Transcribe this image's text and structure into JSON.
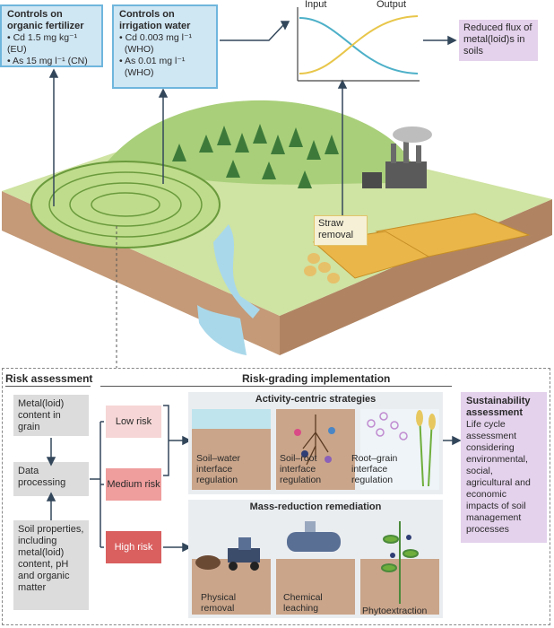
{
  "top": {
    "controls_fertilizer": {
      "title": "Controls on organic fertilizer",
      "lines": [
        "• Cd 1.5 mg kg⁻¹ (EU)",
        "• As 15 mg l⁻¹ (CN)"
      ]
    },
    "controls_irrigation": {
      "title": "Controls on irrigation water",
      "lines": [
        "• Cd 0.003 mg l⁻¹",
        "  (WHO)",
        "• As 0.01 mg l⁻¹",
        "  (WHO)"
      ]
    },
    "graph": {
      "input_label": "Input",
      "output_label": "Output"
    },
    "reduced_flux": "Reduced flux of metal(loid)s in soils",
    "straw_removal": "Straw removal"
  },
  "bottom": {
    "risk_assessment_title": "Risk assessment",
    "risk_grading_title": "Risk-grading implementation",
    "metal_content": "Metal(loid) content in grain",
    "data_processing": "Data processing",
    "soil_properties": "Soil properties, including metal(loid) content, pH and organic matter",
    "risk_levels": [
      "Low risk",
      "Medium risk",
      "High risk"
    ],
    "activity_title": "Activity-centric strategies",
    "activity_items": [
      "Soil–water interface regulation",
      "Soil–root interface regulation",
      "Root–grain interface regulation"
    ],
    "mass_title": "Mass-reduction remediation",
    "mass_items": [
      "Physical removal",
      "Chemical leaching",
      "Phytoextraction"
    ],
    "sustainability_title": "Sustainability assessment",
    "sustainability_text": "Life cycle assessment considering environmental, social, agricultural and economic impacts of soil management processes"
  },
  "colors": {
    "control_fill": "#cfe6f3",
    "control_border": "#6fb6dd",
    "input_curve": "#4db0c8",
    "output_curve": "#e8c64a",
    "lilac": "#e4d1ec",
    "high_risk": "#d9605f"
  }
}
